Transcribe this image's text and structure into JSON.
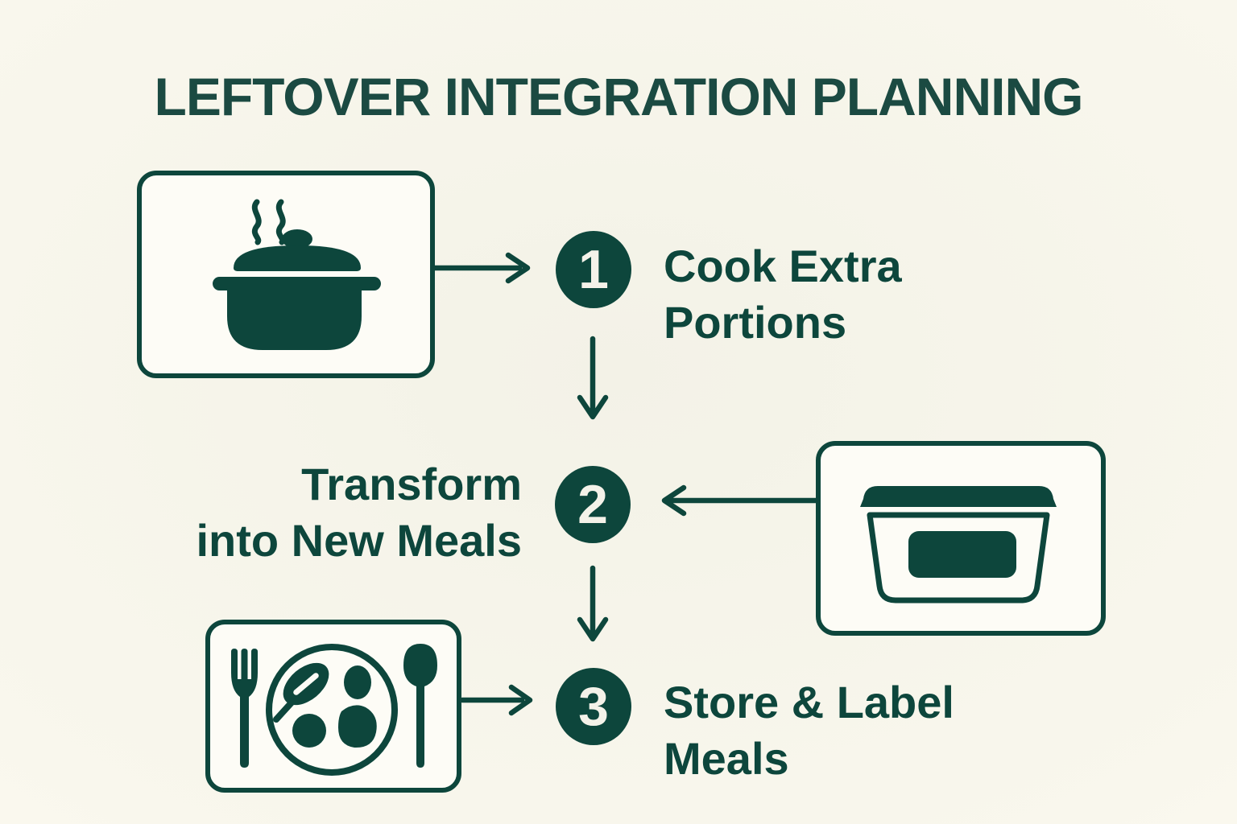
{
  "title": "LEFTOVER INTEGRATION PLANNING",
  "colors": {
    "accent": "#0d463c",
    "title_color": "#1b4a42",
    "bg_center": "#f3f2e7",
    "bg_mid": "#f9f7ed",
    "bg_edge": "#fffdf4",
    "box_fill": "#fdfcf6",
    "number_text": "#f4f2e9"
  },
  "steps": [
    {
      "number": "1",
      "label_line1": "Cook Extra",
      "label_line2": "Portions",
      "icon": "steaming-pot-icon"
    },
    {
      "number": "2",
      "label_line1": "Transform",
      "label_line2": "into New Meals",
      "icon": "food-container-icon"
    },
    {
      "number": "3",
      "label_line1": "Store & Label",
      "label_line2": "Meals",
      "icon": "plate-with-cutlery-icon"
    }
  ]
}
